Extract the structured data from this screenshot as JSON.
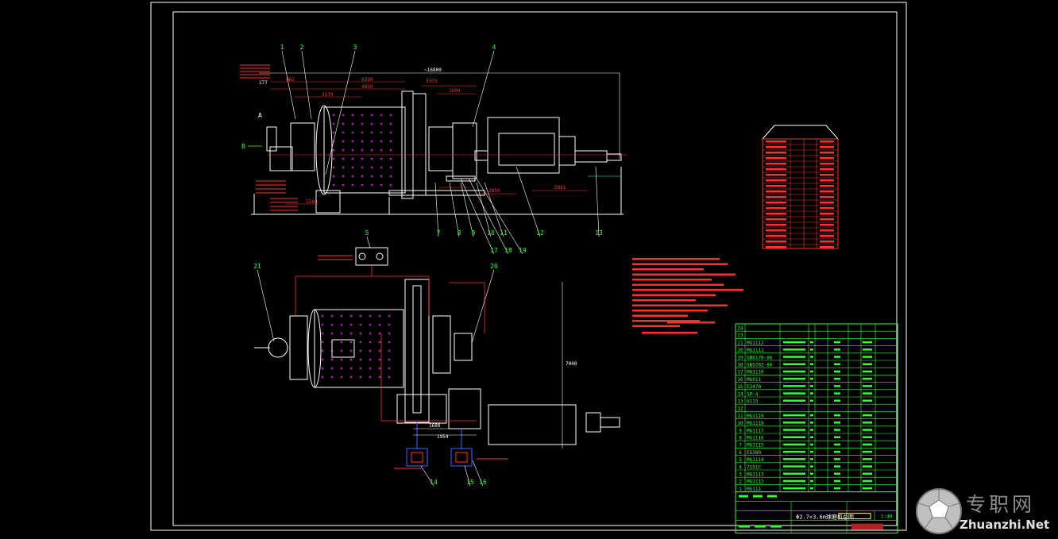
{
  "colors": {
    "frame": "#ffffff",
    "geometry": "#ffffff",
    "dimension": "#ff3030",
    "green": "#33ff33",
    "magenta": "#ff33ff",
    "blue": "#4466ff",
    "yellow": "#ffff33",
    "cyan": "#33ffff"
  },
  "top_view": {
    "overall_dim": "~16800",
    "dims": [
      "177",
      "862",
      "6330",
      "4850",
      "3179",
      "3375",
      "1500",
      "2850",
      "2981",
      "1600"
    ],
    "callouts": [
      "1",
      "2",
      "3",
      "4",
      "7",
      "8",
      "9",
      "10",
      "11",
      "12",
      "13",
      "17",
      "18",
      "19"
    ],
    "side_labels": [
      "A",
      "B"
    ]
  },
  "plan_view": {
    "dims": [
      "7000",
      "1954",
      "1680"
    ],
    "callouts": [
      "5",
      "20",
      "21",
      "14",
      "15",
      "16"
    ]
  },
  "parts_rows": [
    {
      "no": "24",
      "code": ""
    },
    {
      "no": "23",
      "code": ""
    },
    {
      "no": "21",
      "code": "MG1112"
    },
    {
      "no": "20",
      "code": "MG1111"
    },
    {
      "no": "19",
      "code": "GB6170-86"
    },
    {
      "no": "18",
      "code": "GB5782-86"
    },
    {
      "no": "17",
      "code": "MG1110"
    },
    {
      "no": "16",
      "code": "MG011"
    },
    {
      "no": "15",
      "code": "E2470"
    },
    {
      "no": "14",
      "code": "SP-4"
    },
    {
      "no": "13",
      "code": "H115"
    },
    {
      "no": "12",
      "code": ""
    },
    {
      "no": "11",
      "code": "MG1119"
    },
    {
      "no": "10",
      "code": "MG1118"
    },
    {
      "no": "9",
      "code": "MG1117"
    },
    {
      "no": "8",
      "code": "MG1116"
    },
    {
      "no": "7",
      "code": "MG1115"
    },
    {
      "no": "6",
      "code": "ES380"
    },
    {
      "no": "5",
      "code": "MG1114"
    },
    {
      "no": "4",
      "code": "7191C"
    },
    {
      "no": "3",
      "code": "MG1113"
    },
    {
      "no": "2",
      "code": "MG1112"
    },
    {
      "no": "1",
      "code": "MG111"
    }
  ],
  "title_block": {
    "scale": "1:40",
    "drawing_no": "Φ2.7×3.6m球磨机总图"
  },
  "watermark": {
    "cn": "专职网",
    "en": "Zhuanzhi.Net"
  }
}
